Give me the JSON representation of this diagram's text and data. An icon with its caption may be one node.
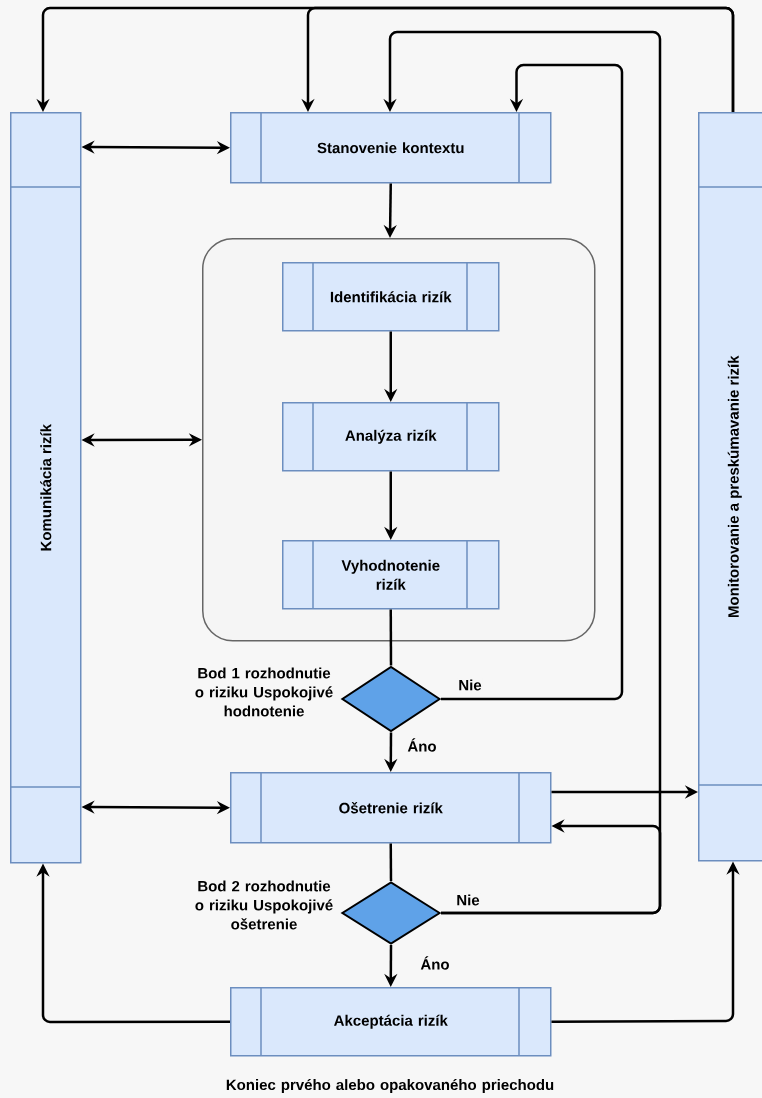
{
  "diagram": {
    "nodes": [
      {
        "text": [
          "Komunikácia rizík"
        ]
      },
      {
        "text": [
          "Stanovenie kontextu"
        ]
      },
      {
        "text": [],
        "shape": "box"
      },
      {
        "text": [
          "Identifikácia rizík"
        ],
        "in": 2
      },
      {
        "text": [
          "Analýza rizík"
        ],
        "in": 2
      },
      {
        "text": [
          "Vyhodnotenie rizík"
        ],
        "in": 2
      },
      {
        "text": [],
        "shape": "diamond",
        "beside": [
          "Bod 1 rozhodnutie o riziku Uspokojivé hodnotenie"
        ]
      },
      {
        "text": [
          "Ošetrenie rizík"
        ]
      },
      {
        "text": [],
        "shape": "diamond",
        "beside": [
          "Bod 2 rozhodnutie o riziku Uspokojivé ošetrenie"
        ]
      },
      {
        "text": [
          "Akceptácia rizík"
        ],
        "beside": [
          "Koniec prvého alebo opakovaného priechodu"
        ]
      },
      {
        "text": [
          "Monitorovanie a preskúmavanie rizík"
        ]
      }
    ],
    "edges": [
      {
        "from": 0,
        "to": 1,
        "arrow": "both"
      },
      {
        "from": 0,
        "to": 2,
        "arrow": "both"
      },
      {
        "from": 0,
        "to": 7,
        "arrow": "both"
      },
      {
        "from": 1,
        "to": 2,
        "arrow": "to"
      },
      {
        "from": 3,
        "to": 4,
        "arrow": "to"
      },
      {
        "from": 4,
        "to": 5,
        "arrow": "to"
      },
      {
        "from": 5,
        "to": 6,
        "arrow": "none"
      },
      {
        "from": 6,
        "to": 7,
        "arrow": "to",
        "label": "Áno"
      },
      {
        "from": 6,
        "to": 1,
        "arrow": "to",
        "label": "Nie"
      },
      {
        "from": 7,
        "to": 8,
        "arrow": "none"
      },
      {
        "from": 8,
        "to": 9,
        "arrow": "to",
        "label": "Áno"
      },
      {
        "from": 8,
        "to": 1,
        "arrow": "to",
        "label": "Nie"
      },
      {
        "from": 8,
        "to": 7,
        "arrow": "to"
      },
      {
        "from": 7,
        "to": 10,
        "arrow": "to"
      },
      {
        "from": 9,
        "to": 0,
        "arrow": "to"
      },
      {
        "from": 9,
        "to": 10,
        "arrow": "to"
      },
      {
        "from": 10,
        "to": 0,
        "arrow": "to"
      },
      {
        "from": 10,
        "to": 1,
        "arrow": "to"
      }
    ]
  }
}
